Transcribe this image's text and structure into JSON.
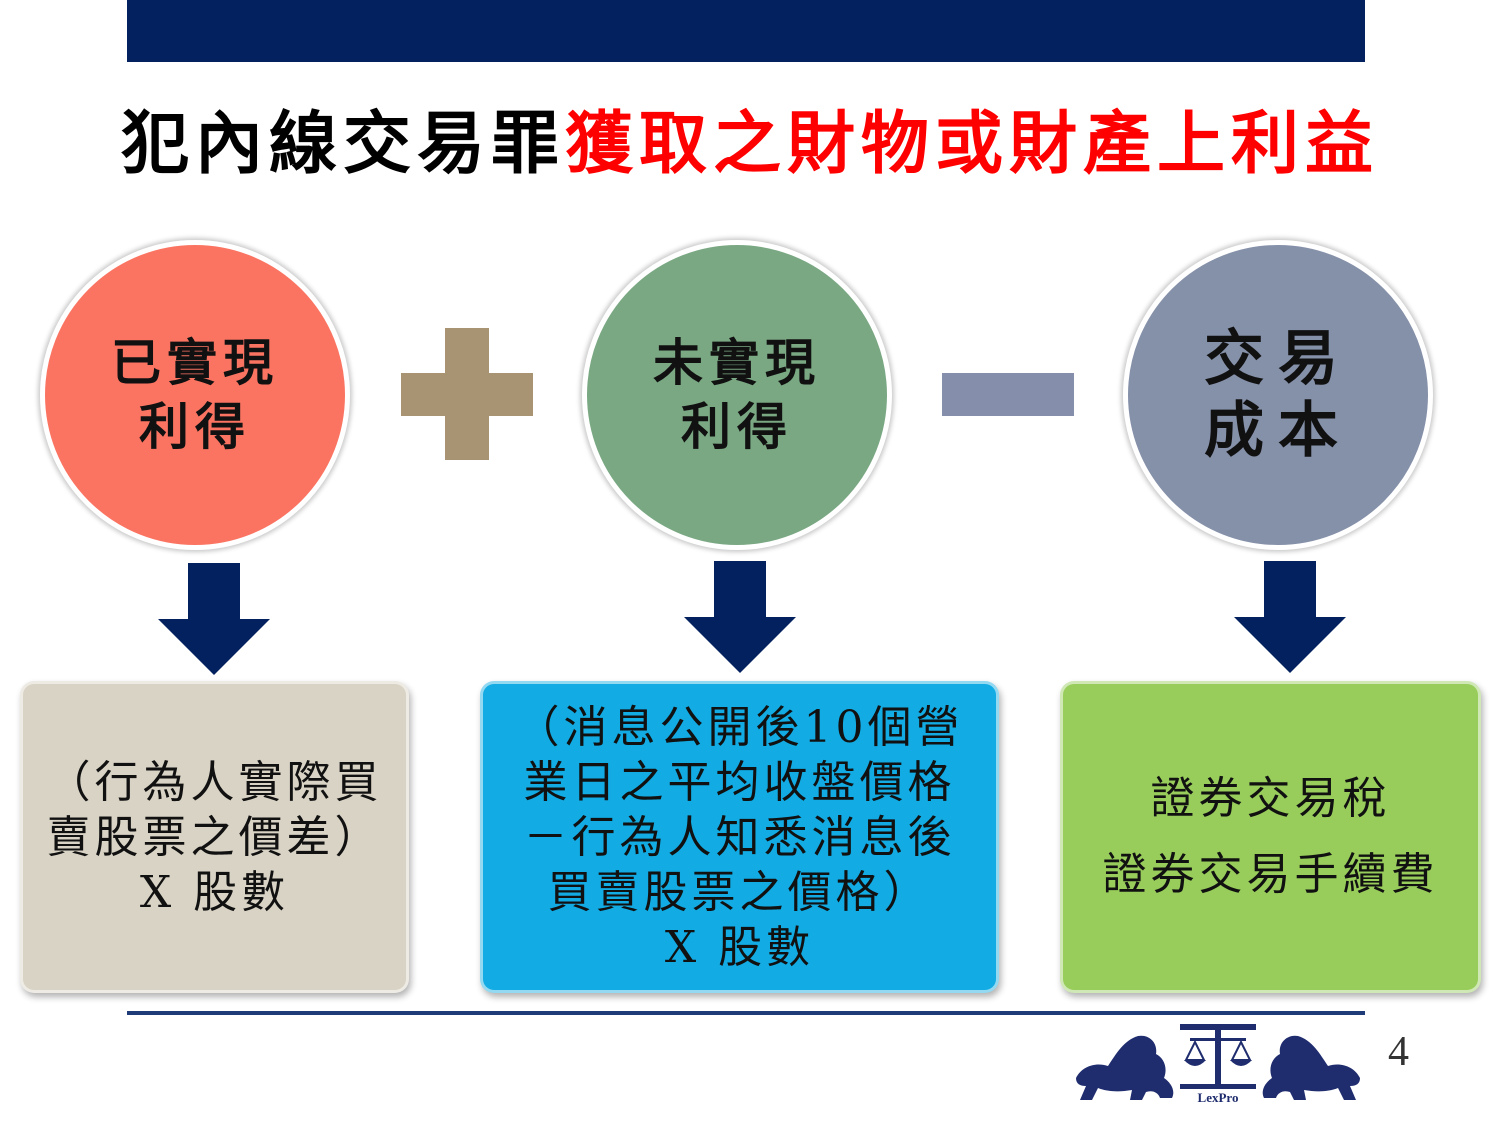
{
  "title": {
    "black": "犯內線交易罪",
    "red": "獲取之財物或財產上利益"
  },
  "operators": {
    "plus": "+",
    "minus": "−"
  },
  "nodes": [
    {
      "lines": [
        "已實現",
        "利得"
      ],
      "color": "#fb7462"
    },
    {
      "lines": [
        "未實現",
        "利得"
      ],
      "color": "#7aa883"
    },
    {
      "lines": [
        "交易",
        "成本"
      ],
      "color": "#8590a9"
    }
  ],
  "boxes": [
    {
      "lines": [
        "（行為人實際買",
        "賣股票之價差）",
        "X 股數"
      ],
      "color": "#d9d3c5"
    },
    {
      "lines": [
        "（消息公開後10個營",
        "業日之平均收盤價格",
        "－行為人知悉消息後",
        "買賣股票之價格）",
        "X 股數"
      ],
      "color": "#12abe3"
    },
    {
      "lines": [
        "證券交易稅",
        "證券交易手續費"
      ],
      "color": "#98cd5b"
    }
  ],
  "arrow_color": "#03215f",
  "logo": {
    "text": "LexPro"
  },
  "page_number": "4"
}
